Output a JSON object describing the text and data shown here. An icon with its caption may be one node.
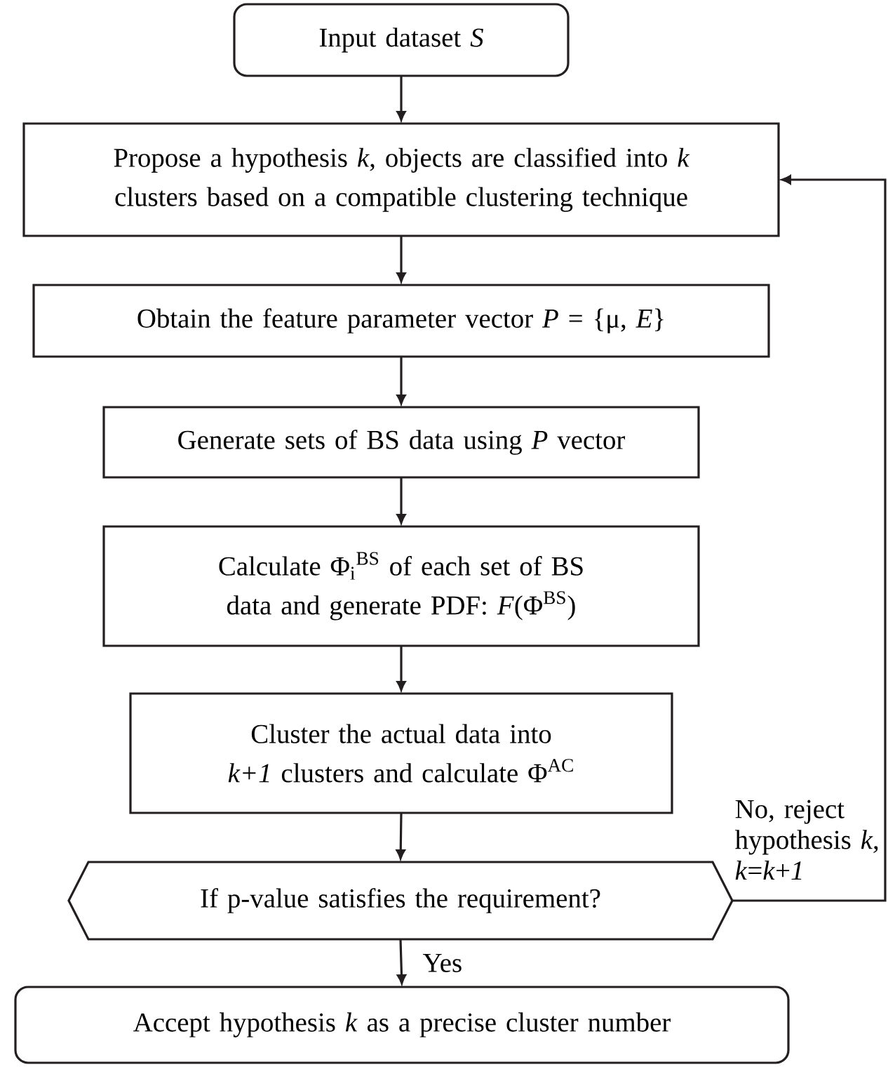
{
  "diagram": {
    "nodes": [
      {
        "text": [
          "Input dataset *S*"
        ]
      },
      {
        "text": [
          "Propose a hypothesis *k*, objects are classified into *k* clusters based on a compatible clustering technique"
        ]
      },
      {
        "text": [
          "Obtain the feature parameter vector *P* = {μ, *E*}"
        ]
      },
      {
        "text": [
          "Generate sets of BS data using *P* vector"
        ]
      },
      {
        "text": [
          "Calculate Φ$_{i}$$^{BS}$ of each set of BS data and generate PDF: *F*(Φ$^{BS}$)"
        ]
      },
      {
        "text": [
          "Cluster the actual data into *k+1* clusters and calculate Φ$^{AC}$"
        ]
      },
      {
        "text": [
          "If p-value satisfies the requirement?"
        ]
      },
      {
        "text": [
          "Accept hypothesis *k* as a precise cluster number"
        ]
      }
    ],
    "edges": [
      {
        "from": 0,
        "to": 1,
        "arrow": "to"
      },
      {
        "from": 1,
        "to": 2,
        "arrow": "to"
      },
      {
        "from": 2,
        "to": 3,
        "arrow": "to"
      },
      {
        "from": 3,
        "to": 4,
        "arrow": "to"
      },
      {
        "from": 4,
        "to": 5,
        "arrow": "to"
      },
      {
        "from": 5,
        "to": 6,
        "arrow": "to"
      },
      {
        "from": 6,
        "to": 7,
        "arrow": "to",
        "label": "Yes"
      },
      {
        "from": 6,
        "to": 1,
        "arrow": "to",
        "label": "No, reject hypothesis *k*, *k*=*k*+*1*"
      }
    ]
  }
}
